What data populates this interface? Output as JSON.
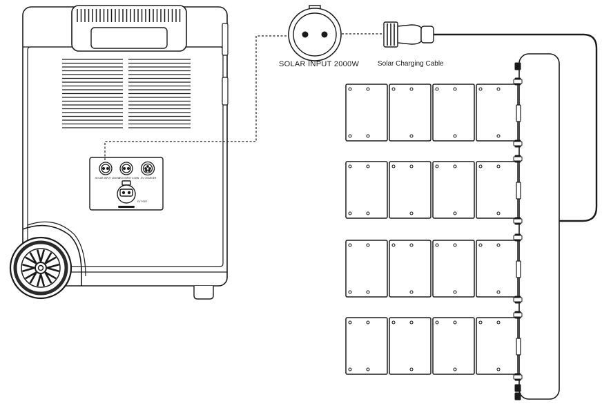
{
  "labels": {
    "solar_input": "SOLAR INPUT  2000W",
    "solar_cable": "Solar Charging Cable"
  },
  "panel_ports": {
    "port1": "SOLAR INPUT 2000W",
    "port2": "DC5 INPUT 400W",
    "port3": "EV CHARGER",
    "port4": "EV PORT"
  },
  "solar_array": {
    "panel_rows": 4,
    "panels_per_row": 4
  },
  "colors": {
    "line": "#1a1a1a",
    "background": "#ffffff"
  }
}
